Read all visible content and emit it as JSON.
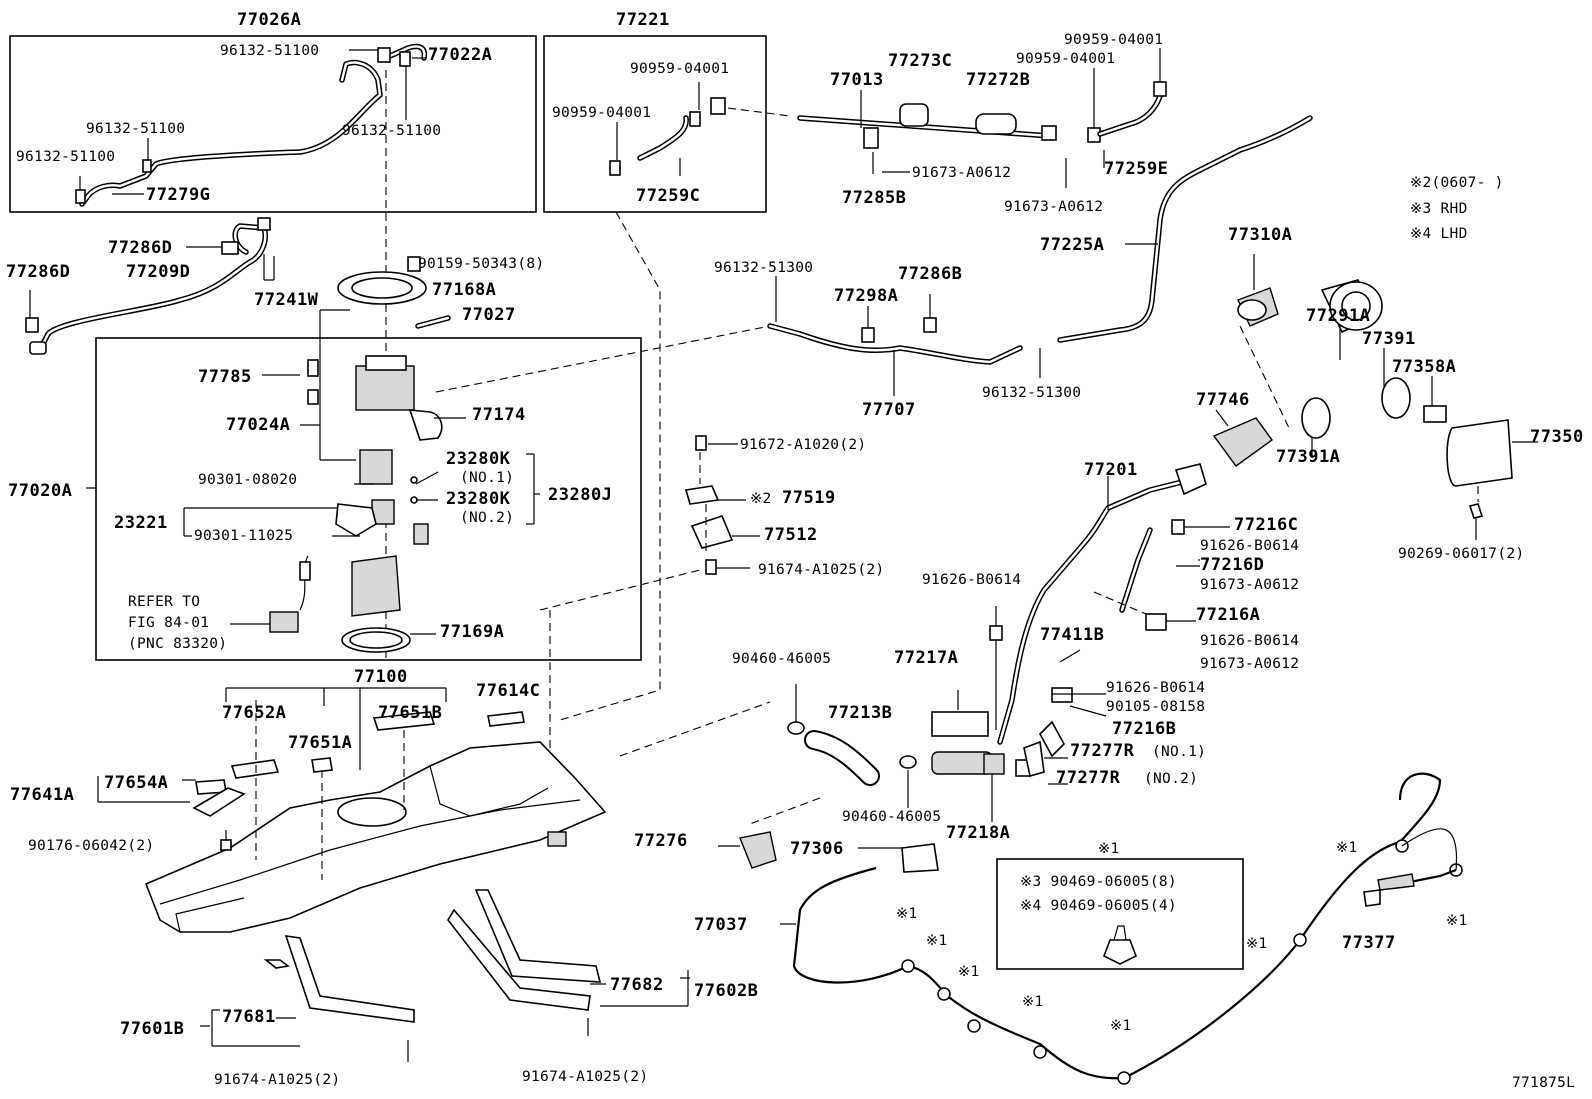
{
  "figure_id": "771875L",
  "legend": {
    "note2": "※2(0607-   )",
    "note3": "※3 RHD",
    "note4": "※4 LHD"
  },
  "labels": {
    "p77026A": "77026A",
    "p96132_51100_a": "96132-51100",
    "p77022A": "77022A",
    "p96132_51100_b": "96132-51100",
    "p96132_51100_c": "96132-51100",
    "p96132_51100_d": "96132-51100",
    "p77279G": "77279G",
    "p77221": "77221",
    "p90959_04001_a": "90959-04001",
    "p90959_04001_b": "90959-04001",
    "p77259C": "77259C",
    "p77013": "77013",
    "p77273C": "77273C",
    "p77272B": "77272B",
    "p90959_04001_c": "90959-04001",
    "p90959_04001_d": "90959-04001",
    "p91673_A0612_a": "91673-A0612",
    "p77285B": "77285B",
    "p91673_A0612_b": "91673-A0612",
    "p77259E": "77259E",
    "p77225A": "77225A",
    "p77286D_a": "77286D",
    "p77286D_b": "77286D",
    "p77209D": "77209D",
    "p77241W": "77241W",
    "p90159_50343": "90159-50343(8)",
    "p77168A": "77168A",
    "p77027": "77027",
    "p96132_51300_a": "96132-51300",
    "p77298A": "77298A",
    "p77286B": "77286B",
    "p77707": "77707",
    "p96132_51300_b": "96132-51300",
    "p77310A": "77310A",
    "p77291A": "77291A",
    "p77391": "77391",
    "p77358A": "77358A",
    "p77746": "77746",
    "p77391A": "77391A",
    "p77350": "77350",
    "p77785": "77785",
    "p77024A": "77024A",
    "p77174": "77174",
    "p77020A": "77020A",
    "p90301_08020": "90301-08020",
    "p23280K_1": "23280K",
    "p23280K_1n": "(NO.1)",
    "p23280K_2": "23280K",
    "p23280K_2n": "(NO.2)",
    "p23280J": "23280J",
    "p23221": "23221",
    "p90301_11025": "90301-11025",
    "refer1": "REFER TO",
    "refer2": "FIG 84-01",
    "refer3": "(PNC 83320)",
    "p77169A": "77169A",
    "p91672_A1020": "91672-A1020(2)",
    "p77519_note": "※2",
    "p77519": "77519",
    "p77512": "77512",
    "p91674_A1025_a": "91674-A1025(2)",
    "p77201": "77201",
    "p77216C": "77216C",
    "p91626_B0614_a": "91626-B0614",
    "p77216D": "77216D",
    "p91673_A0612_c": "91673-A0612",
    "p90269_06017": "90269-06017(2)",
    "p91626_B0614_b": "91626-B0614",
    "p77216A": "77216A",
    "p91626_B0614_c": "91626-B0614",
    "p91673_A0612_d": "91673-A0612",
    "p77411B": "77411B",
    "p77217A": "77217A",
    "p90460_46005_a": "90460-46005",
    "p77213B": "77213B",
    "p91626_B0614_d": "91626-B0614",
    "p90105_08158": "90105-08158",
    "p77216B": "77216B",
    "p77277R_1": "77277R",
    "p77277R_1n": "(NO.1)",
    "p77277R_2": "77277R",
    "p77277R_2n": "(NO.2)",
    "p90460_46005_b": "90460-46005",
    "p77218A": "77218A",
    "p77100": "77100",
    "p77652A": "77652A",
    "p77651A": "77651A",
    "p77651B": "77651B",
    "p77614C": "77614C",
    "p77641A": "77641A",
    "p77654A": "77654A",
    "p90176_06042": "90176-06042(2)",
    "p77276": "77276",
    "p77306": "77306",
    "p77037": "77037",
    "p77377": "77377",
    "note1_box": "※1",
    "note3_part": "※3 90469-06005(8)",
    "note4_part": "※4 90469-06005(4)",
    "n1_a": "※1",
    "n1_b": "※1",
    "n1_c": "※1",
    "n1_d": "※1",
    "n1_e": "※1",
    "n1_f": "※1",
    "n1_g": "※1",
    "n1_h": "※1",
    "p77682": "77682",
    "p77602B": "77602B",
    "p77601B": "77601B",
    "p77681": "77681",
    "p91674_A1025_b": "91674-A1025(2)",
    "p91674_A1025_c": "91674-A1025(2)"
  }
}
